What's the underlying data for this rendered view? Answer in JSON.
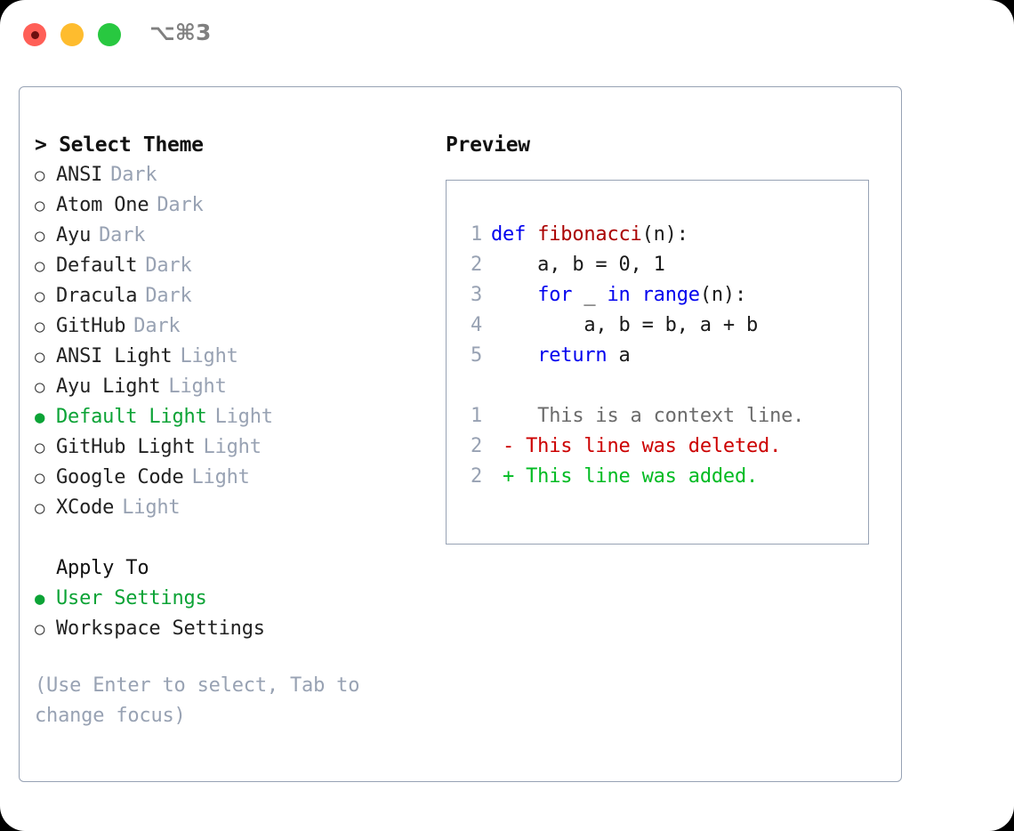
{
  "window": {
    "shortcut_title": "⌥⌘3",
    "traffic_lights": [
      {
        "name": "close",
        "color": "#ff5f57"
      },
      {
        "name": "minimize",
        "color": "#febc2e"
      },
      {
        "name": "zoom",
        "color": "#28c840"
      }
    ]
  },
  "theme_picker": {
    "heading": "> Select Theme",
    "selected_theme": "Default Light",
    "accent_color": "#0ca336",
    "muted_color": "#98a2b3",
    "items": [
      {
        "bullet": "○",
        "label": "ANSI",
        "tag": "Dark",
        "selected": false
      },
      {
        "bullet": "○",
        "label": "Atom One",
        "tag": "Dark",
        "selected": false
      },
      {
        "bullet": "○",
        "label": "Ayu",
        "tag": "Dark",
        "selected": false
      },
      {
        "bullet": "○",
        "label": "Default",
        "tag": "Dark",
        "selected": false
      },
      {
        "bullet": "○",
        "label": "Dracula",
        "tag": "Dark",
        "selected": false
      },
      {
        "bullet": "○",
        "label": "GitHub",
        "tag": "Dark",
        "selected": false
      },
      {
        "bullet": "○",
        "label": "ANSI Light",
        "tag": "Light",
        "selected": false
      },
      {
        "bullet": "○",
        "label": "Ayu Light",
        "tag": "Light",
        "selected": false
      },
      {
        "bullet": "●",
        "label": "Default Light",
        "tag": "Light",
        "selected": true
      },
      {
        "bullet": "○",
        "label": "GitHub Light",
        "tag": "Light",
        "selected": false
      },
      {
        "bullet": "○",
        "label": "Google Code",
        "tag": "Light",
        "selected": false
      },
      {
        "bullet": "○",
        "label": "XCode",
        "tag": "Light",
        "selected": false
      }
    ]
  },
  "apply_to": {
    "heading": "Apply To",
    "selected": "User Settings",
    "items": [
      {
        "bullet": "●",
        "label": "User Settings",
        "selected": true
      },
      {
        "bullet": "○",
        "label": "Workspace Settings",
        "selected": false
      }
    ]
  },
  "hint": "(Use Enter to select, Tab to change focus)",
  "preview": {
    "heading": "Preview",
    "code_lines": [
      {
        "number": "1",
        "tokens": [
          {
            "text": "def ",
            "kind": "kw"
          },
          {
            "text": "fibonacci",
            "kind": "fn"
          },
          {
            "text": "(n):",
            "kind": "txt"
          }
        ]
      },
      {
        "number": "2",
        "tokens": [
          {
            "text": "    a, b = 0, 1",
            "kind": "txt"
          }
        ]
      },
      {
        "number": "3",
        "tokens": [
          {
            "text": "    ",
            "kind": "txt"
          },
          {
            "text": "for",
            "kind": "kw"
          },
          {
            "text": " _ ",
            "kind": "txt"
          },
          {
            "text": "in",
            "kind": "kw"
          },
          {
            "text": " ",
            "kind": "txt"
          },
          {
            "text": "range",
            "kind": "kw"
          },
          {
            "text": "(n):",
            "kind": "txt"
          }
        ]
      },
      {
        "number": "4",
        "tokens": [
          {
            "text": "        a, b = b, a + b",
            "kind": "txt"
          }
        ]
      },
      {
        "number": "5",
        "tokens": [
          {
            "text": "    ",
            "kind": "txt"
          },
          {
            "text": "return",
            "kind": "kw"
          },
          {
            "text": " a",
            "kind": "txt"
          }
        ]
      }
    ],
    "diff_lines": [
      {
        "number": "1",
        "marker": " ",
        "text": "  This is a context line.",
        "kind": "ctx"
      },
      {
        "number": "2",
        "marker": "-",
        "text": " This line was deleted.",
        "kind": "del"
      },
      {
        "number": "2",
        "marker": "+",
        "text": " This line was added.",
        "kind": "add"
      }
    ]
  }
}
